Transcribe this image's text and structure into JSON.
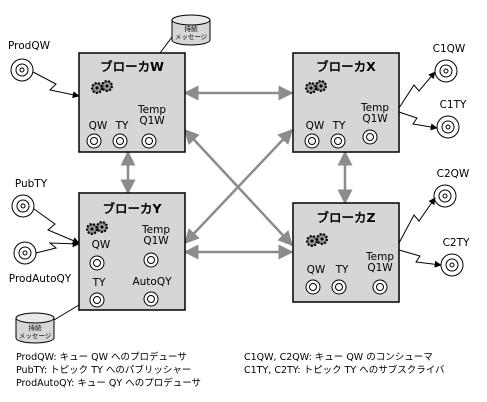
{
  "brokers": {
    "W": {
      "title": "ブローカW",
      "queues": [
        "QW",
        "TY"
      ],
      "temp": [
        "Temp",
        "Q1W"
      ]
    },
    "X": {
      "title": "ブローカX",
      "queues": [
        "QW",
        "TY"
      ],
      "temp": [
        "Temp",
        "Q1W"
      ]
    },
    "Y": {
      "title": "ブローカY",
      "qw": "QW",
      "ty": "TY",
      "temp": [
        "Temp",
        "Q1W"
      ],
      "autoqy": "AutoQY"
    },
    "Z": {
      "title": "ブローカZ",
      "queues": [
        "QW",
        "TY"
      ],
      "temp": [
        "Temp",
        "Q1W"
      ]
    }
  },
  "clients": {
    "prodqw": "ProdQW",
    "pubty": "PubTY",
    "prodautoqy": "ProdAutoQY",
    "c1qw": "C1QW",
    "c1ty": "C1TY",
    "c2qw": "C2QW",
    "c2ty": "C2TY"
  },
  "stores": {
    "top": [
      "持続",
      "メッセージ"
    ],
    "bottom": [
      "持続",
      "メッセージ"
    ]
  },
  "legend": {
    "left": [
      "ProdQW: キュー QW へのプロデューサ",
      "PubTY: トピック TY へのパブリッシャー",
      "ProdAutoQY: キュー QY へのプロデューサ"
    ],
    "right": [
      "C1QW, C2QW: キュー QW のコンシューマ",
      "C1TY, C2TY: トピック TY へのサブスクライバ"
    ]
  },
  "colors": {
    "broker_fill": "#d6d6d6",
    "arrow_gray": "#8c8c8c"
  }
}
